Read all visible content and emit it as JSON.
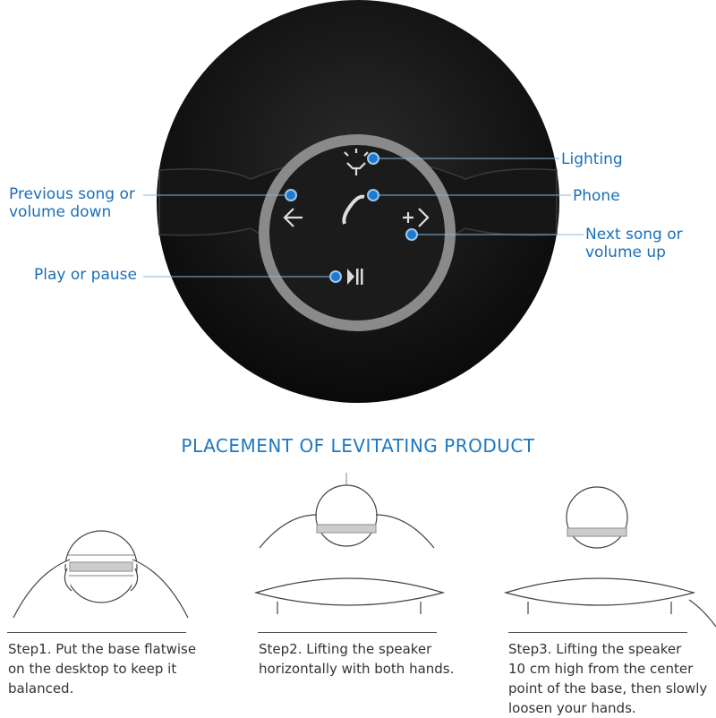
{
  "callouts": {
    "lighting": "Lighting",
    "phone": "Phone",
    "next_line1": "Next song or",
    "next_line2": "volume up",
    "prev_line1": "Previous song or",
    "prev_line2": "volume down",
    "play": "Play or pause"
  },
  "colors": {
    "accent": "#1a6fb8",
    "dot": "#1e7ad0"
  },
  "title": "PLACEMENT OF LEVITATING PRODUCT",
  "steps": [
    {
      "line1": "Step1. Put the base flatwise",
      "line2": "on the desktop to keep it",
      "line3": "balanced."
    },
    {
      "line1": "Step2. Lifting the speaker",
      "line2": "horizontally with both hands."
    },
    {
      "line1": "Step3. Lifting the speaker",
      "line2": "10 cm high from the center",
      "line3": "point of the base, then slowly",
      "line4": "loosen your hands."
    }
  ]
}
